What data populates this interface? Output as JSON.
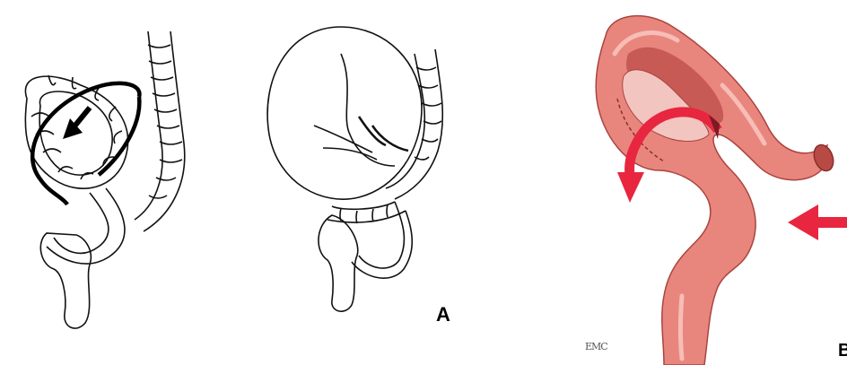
{
  "panels": {
    "a": {
      "label": "A"
    },
    "b": {
      "label": "B",
      "credit": "EMC"
    }
  },
  "colors": {
    "line_art": "#000000",
    "colon_fill": "#e8867e",
    "colon_shadow": "#c85a55",
    "colon_highlight": "#f3b0aa",
    "arrow_red": "#e8263f"
  },
  "icons": {
    "rotation_arrow_a": "black-curved-rotation-arrow-icon",
    "rotation_arrow_b": "red-curved-rotation-arrow-icon",
    "push_arrow_b": "red-straight-arrow-icon"
  }
}
